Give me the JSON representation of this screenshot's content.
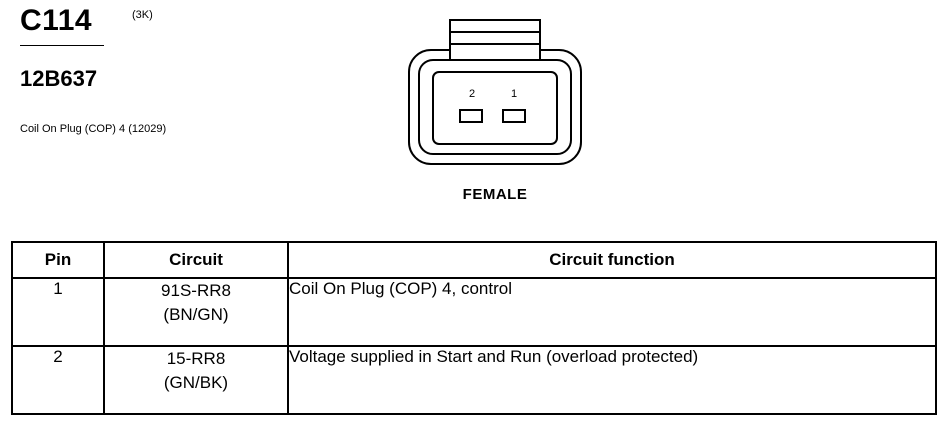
{
  "header": {
    "connector_code": "C114",
    "superscript": "(3K)",
    "part_number": "12B637",
    "description": "Coil On Plug (COP) 4 (12029)"
  },
  "connector_view": {
    "pin_labels": [
      "2",
      "1"
    ],
    "view_label": "FEMALE"
  },
  "table": {
    "headers": {
      "pin": "Pin",
      "circuit": "Circuit",
      "function": "Circuit function"
    },
    "rows": [
      {
        "pin": "1",
        "circuit_line1": "91S-RR8",
        "circuit_line2": "(BN/GN)",
        "function": "Coil On Plug (COP) 4, control"
      },
      {
        "pin": "2",
        "circuit_line1": "15-RR8",
        "circuit_line2": "(GN/BK)",
        "function": "Voltage supplied in Start and Run (overload protected)"
      }
    ]
  }
}
